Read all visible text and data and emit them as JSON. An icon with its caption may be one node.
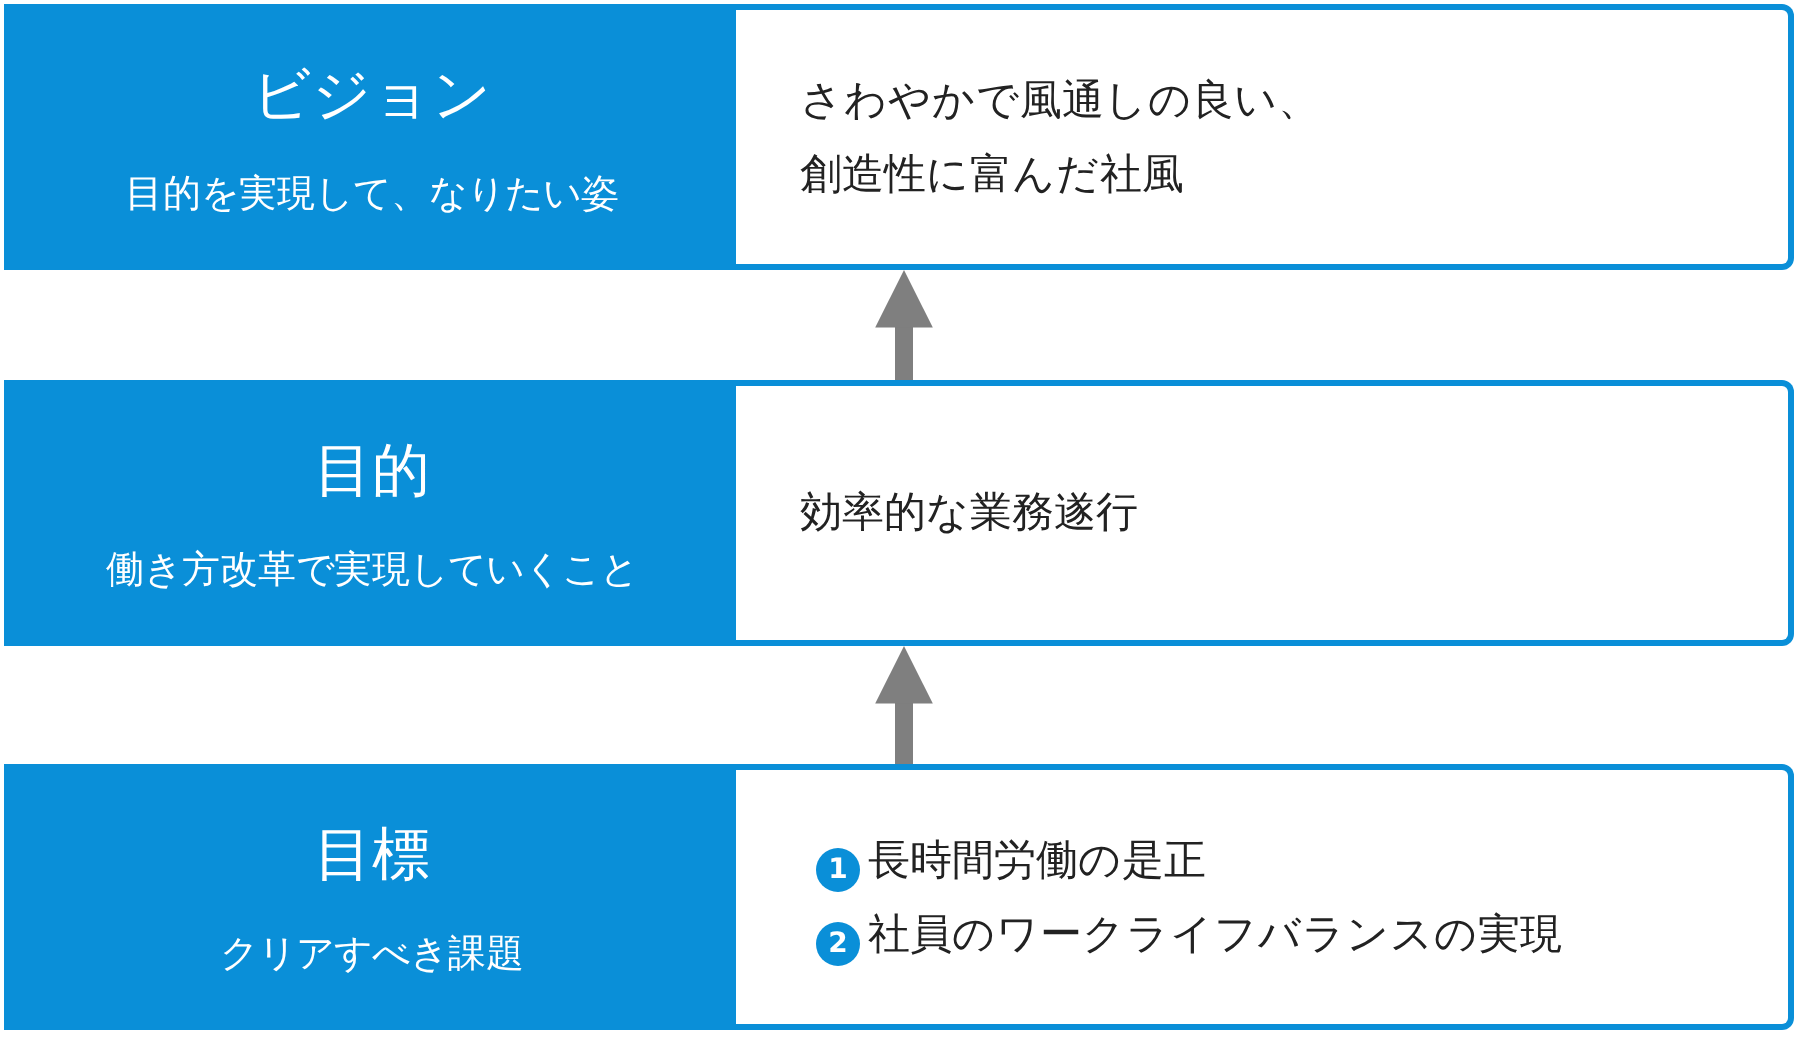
{
  "diagram": {
    "nodes": [
      {
        "text": [
          "ビジョン",
          "目的を実現して、なりたい姿"
        ]
      },
      {
        "text": [
          "さわやかで風通しの良い、創造性に富んだ社風"
        ]
      },
      {
        "text": [
          "目的",
          "働き方改革で実現していくこと"
        ]
      },
      {
        "text": [
          "効率的な業務遂行"
        ]
      },
      {
        "text": [
          "目標",
          "クリアすべき課題"
        ]
      },
      {
        "text": [
          "長時間労働の是正",
          "社員のワークライフバランスの実現"
        ]
      },
      {
        "text": [
          "1"
        ],
        "in": 5
      },
      {
        "text": [
          "2"
        ],
        "in": 5
      }
    ],
    "edges": [
      {
        "from": 5,
        "to": 3,
        "arrow": "to"
      },
      {
        "from": 3,
        "to": 1,
        "arrow": "to"
      }
    ]
  }
}
